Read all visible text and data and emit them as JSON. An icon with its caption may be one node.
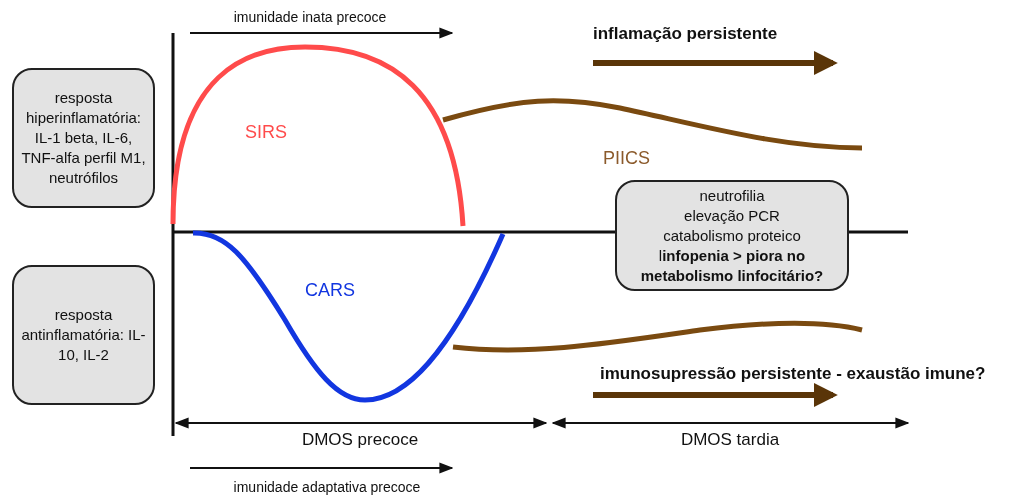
{
  "diagram": {
    "nodes": [
      {
        "text": [
          "resposta hiperinflamatória: IL-1 beta, IL-6, TNF-alfa perfil M1, neutrófilos"
        ]
      },
      {
        "text": [
          "neutrofilia",
          "elevação PCR",
          "catabolismo proteico",
          "l**infopenia > piora no metabolismo linfocitário?**"
        ]
      },
      {
        "text": [
          "resposta antinflamatória: IL-10, IL-2"
        ]
      }
    ],
    "edges": [],
    "labels": [
      "imunidade inata precoce",
      "inflamação persistente",
      "SIRS",
      "PIICS",
      "CARS",
      "imunosupressão persistente - exaustão imune?",
      "DMOS precoce",
      "DMOS tardia",
      "imunidade adaptativa precoce"
    ]
  }
}
